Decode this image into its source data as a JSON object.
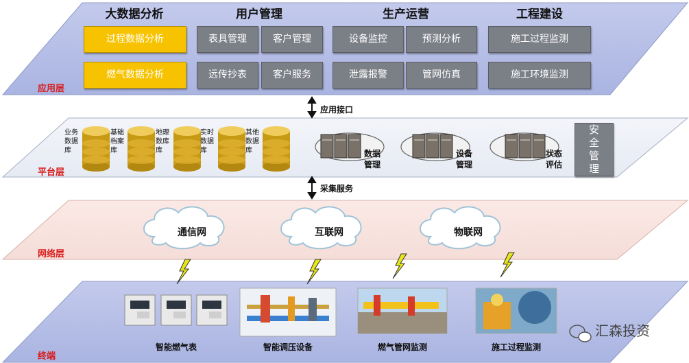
{
  "app_layer": {
    "label": "应用层",
    "headers": [
      "大数据分析",
      "用户管理",
      "生产运营",
      "工程建设"
    ],
    "buttons": {
      "b1": "过程数据分析",
      "b2": "燃气数据分析",
      "b3": "表具管理",
      "b4": "客户管理",
      "b5": "远传抄表",
      "b6": "客户服务",
      "b7": "设备监控",
      "b8": "预测分析",
      "b9": "泄露报警",
      "b10": "管网仿真",
      "b11": "施工过程监测",
      "b12": "施工环境监测"
    }
  },
  "app_interface": "应用接口",
  "platform_layer": {
    "label": "平台层",
    "databases": [
      {
        "label": "业务数据库"
      },
      {
        "label": "基础档案库"
      },
      {
        "label": "地理数库库"
      },
      {
        "label": "实时数据库"
      },
      {
        "label": "其他数据库"
      }
    ],
    "servers": [
      {
        "label": "数据管理"
      },
      {
        "label": "设备管理"
      },
      {
        "label": "状态评估"
      }
    ],
    "security": [
      "安",
      "全",
      "管",
      "理"
    ]
  },
  "collect_service": "采集服务",
  "network_layer": {
    "label": "网络层",
    "clouds": [
      "通信网",
      "互联网",
      "物联网"
    ]
  },
  "terminal_layer": {
    "label": "终端",
    "items": [
      "智能燃气表",
      "智能调压设备",
      "燃气管网监测",
      "施工过程监测"
    ]
  },
  "watermark": "汇森投资",
  "colors": {
    "layer_fill": "#b7bfe6",
    "network_fill": "#f9e4df",
    "platform_fill": "#eef1f7",
    "btn_gray": "#7b7f86",
    "btn_yellow": "#f7c300",
    "label_red": "#d81c1c"
  }
}
